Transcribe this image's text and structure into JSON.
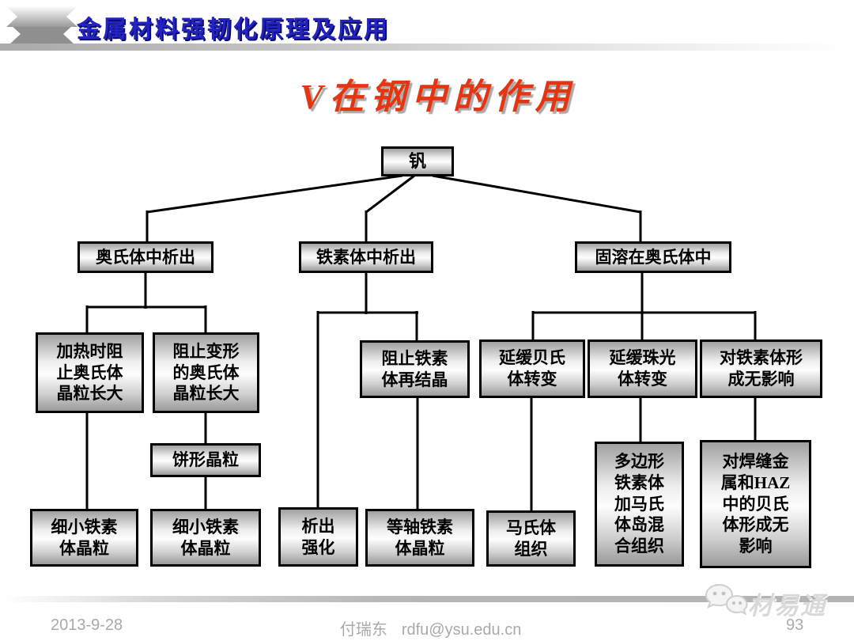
{
  "header": {
    "course_title": "金属材料强韧化原理及应用"
  },
  "slide": {
    "title": "V在钢中的作用"
  },
  "colors": {
    "header_blue": "#2323c3",
    "title_red": "#e53410",
    "box_border": "#000000",
    "footer_gray": "#a9a9a9"
  },
  "diagram": {
    "nodes": {
      "root": {
        "label": "钒"
      },
      "b1": {
        "label": "奥氏体中析出"
      },
      "b2": {
        "label": "铁素体中析出"
      },
      "b3": {
        "label": "固溶在奥氏体中"
      },
      "c1": {
        "label": "加热时阻\n止奥氏体\n晶粒长大"
      },
      "c2": {
        "label": "阻止变形\n的奥氏体\n晶粒长大"
      },
      "c3": {
        "label": "阻止铁素\n体再结晶"
      },
      "c4": {
        "label": "延缓贝氏\n体转变"
      },
      "c5": {
        "label": "延缓珠光\n体转变"
      },
      "c6": {
        "label": "对铁素体形\n成无影响"
      },
      "d1": {
        "label": "饼形晶粒"
      },
      "e1": {
        "label": "细小铁素\n体晶粒"
      },
      "e2": {
        "label": "细小铁素\n体晶粒"
      },
      "e3": {
        "label": "析出\n强化"
      },
      "e4": {
        "label": "等轴铁素\n体晶粒"
      },
      "e5": {
        "label": "马氏体\n组织"
      },
      "f1": {
        "label": "多边形\n铁素体\n加马氏\n体岛混\n合组织"
      },
      "f2": {
        "label": "对焊缝金\n属和HAZ\n中的贝氏\n体形成无\n影响"
      }
    },
    "edges": [
      {
        "from": "root",
        "to": "b1"
      },
      {
        "from": "root",
        "to": "b2"
      },
      {
        "from": "root",
        "to": "b3"
      },
      {
        "from": "b1",
        "to": "c1"
      },
      {
        "from": "b1",
        "to": "c2"
      },
      {
        "from": "c1",
        "to": "e1"
      },
      {
        "from": "c2",
        "to": "d1"
      },
      {
        "from": "d1",
        "to": "e2"
      },
      {
        "from": "b2",
        "to": "e3"
      },
      {
        "from": "b2",
        "to": "c3"
      },
      {
        "from": "c3",
        "to": "e4"
      },
      {
        "from": "b3",
        "to": "c4"
      },
      {
        "from": "b3",
        "to": "c5"
      },
      {
        "from": "b3",
        "to": "c6"
      },
      {
        "from": "c4",
        "to": "e5"
      },
      {
        "from": "c5",
        "to": "f1"
      },
      {
        "from": "c6",
        "to": "f2"
      }
    ]
  },
  "footer": {
    "date": "2013-9-28",
    "author": "付瑞东",
    "email": "rdfu@ysu.edu.cn",
    "page": "93",
    "watermark": "材易通"
  }
}
